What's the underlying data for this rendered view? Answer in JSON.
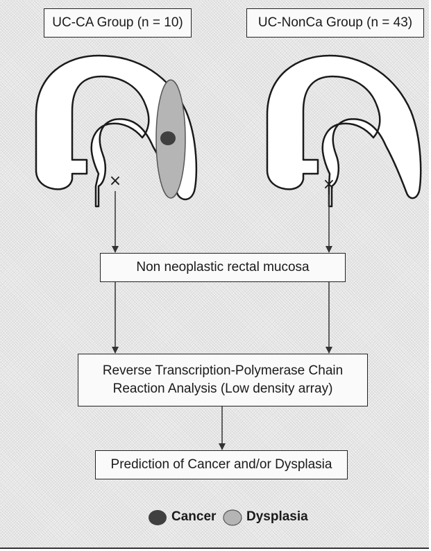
{
  "groups": {
    "ca_label": "UC-CA Group (n = 10)",
    "nonca_label": "UC-NonCa Group (n = 43)"
  },
  "biopsy_mark": "×",
  "flow": {
    "step1": "Non neoplastic rectal mucosa",
    "step2": "Reverse Transcription-Polymerase Chain\nReaction Analysis (Low density array)",
    "step3": "Prediction of Cancer and/or Dysplasia"
  },
  "legend": {
    "cancer": "Cancer",
    "dysplasia": "Dysplasia"
  },
  "colors": {
    "cancer": "#404040",
    "dysplasia": "#b5b5b5",
    "stroke": "#1a1a1a",
    "box_fill": "#fafafa"
  }
}
